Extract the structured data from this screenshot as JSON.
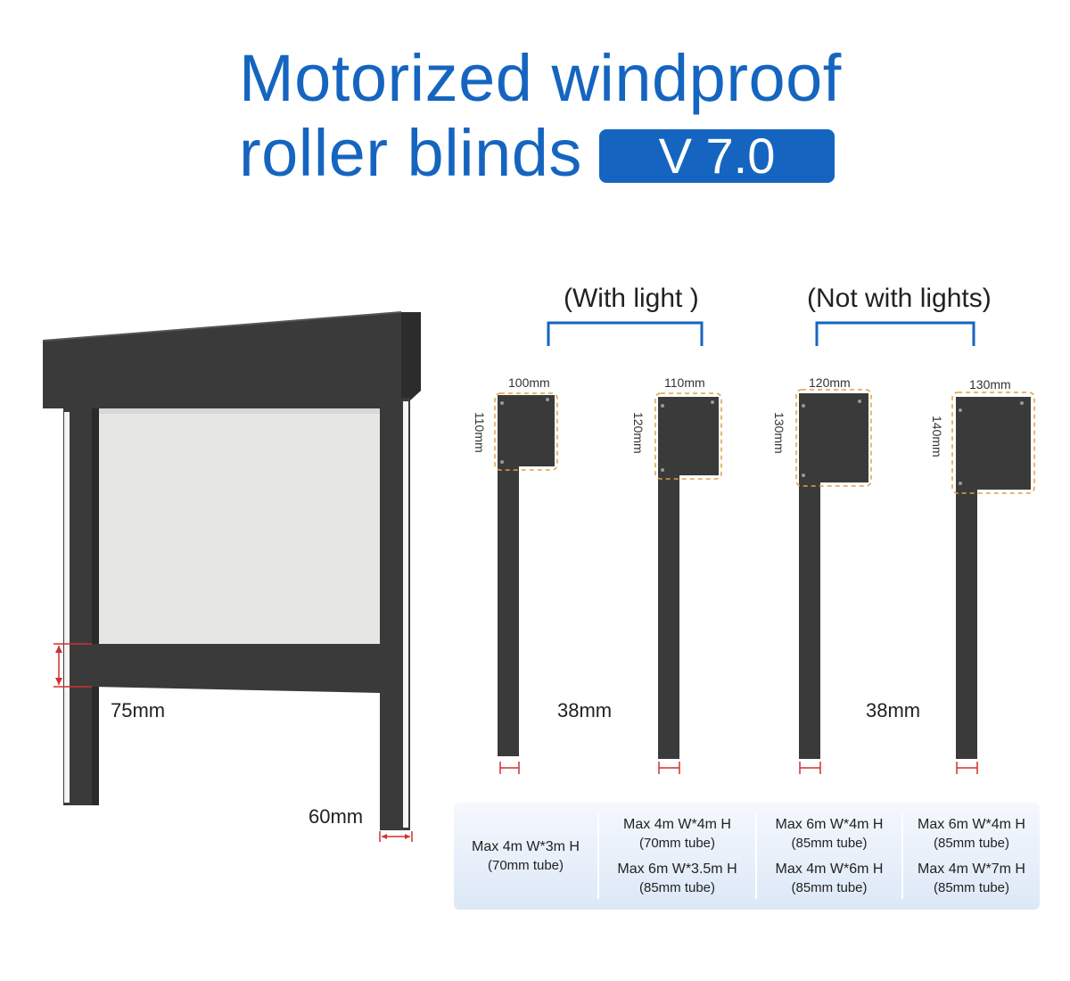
{
  "title": {
    "line1": "Motorized windproof",
    "line2": "roller blinds",
    "version": "V 7.0"
  },
  "main_product": {
    "bottom_bar_height": "75mm",
    "post_width": "60mm"
  },
  "groups": [
    {
      "label": "(With light )"
    },
    {
      "label": "(Not with lights)"
    }
  ],
  "profiles": [
    {
      "width": "100mm",
      "height": "110mm"
    },
    {
      "width": "110mm",
      "height": "120mm"
    },
    {
      "width": "120mm",
      "height": "130mm"
    },
    {
      "width": "130mm",
      "height": "140mm"
    }
  ],
  "rail_widths": [
    "38mm",
    "38mm"
  ],
  "specs": [
    [
      {
        "size": "Max 4m W*3m H",
        "tube": "(70mm tube)"
      }
    ],
    [
      {
        "size": "Max 4m W*4m H",
        "tube": "(70mm tube)"
      },
      {
        "size": "Max 6m W*3.5m H",
        "tube": "(85mm tube)"
      }
    ],
    [
      {
        "size": "Max 6m W*4m H",
        "tube": "(85mm tube)"
      },
      {
        "size": "Max 4m W*6m H",
        "tube": "(85mm tube)"
      }
    ],
    [
      {
        "size": "Max 6m W*4m H",
        "tube": "(85mm tube)"
      },
      {
        "size": "Max 4m W*7m H",
        "tube": "(85mm tube)"
      }
    ]
  ],
  "colors": {
    "brand_blue": "#1565c0",
    "frame": "#3a3a3a",
    "screen": "#e6e6e4",
    "dimension_red": "#d32f2f",
    "outline_orange": "#e0a040"
  }
}
